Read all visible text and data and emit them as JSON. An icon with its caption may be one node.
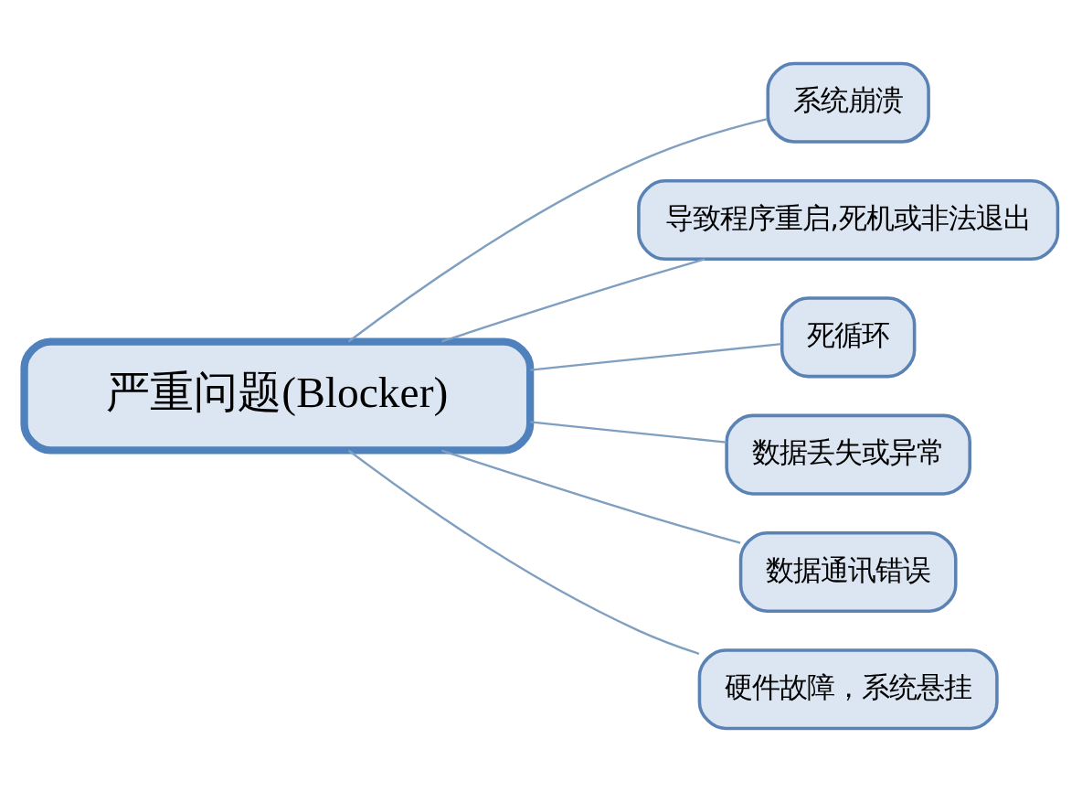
{
  "diagram": {
    "nodes": [
      {
        "text": [
          "严重问题(Blocker)"
        ]
      },
      {
        "text": [
          "系统崩溃"
        ]
      },
      {
        "text": [
          "导致程序重启,死机或非法退出"
        ]
      },
      {
        "text": [
          "死循环"
        ]
      },
      {
        "text": [
          "数据丢失或异常"
        ]
      },
      {
        "text": [
          "数据通讯错误"
        ]
      },
      {
        "text": [
          "硬件故障，系统悬挂"
        ]
      }
    ],
    "edges": [
      {
        "from": 0,
        "to": 1,
        "arrow": "none"
      },
      {
        "from": 0,
        "to": 2,
        "arrow": "none"
      },
      {
        "from": 0,
        "to": 3,
        "arrow": "none"
      },
      {
        "from": 0,
        "to": 4,
        "arrow": "none"
      },
      {
        "from": 0,
        "to": 5,
        "arrow": "none"
      },
      {
        "from": 0,
        "to": 6,
        "arrow": "none"
      }
    ]
  }
}
